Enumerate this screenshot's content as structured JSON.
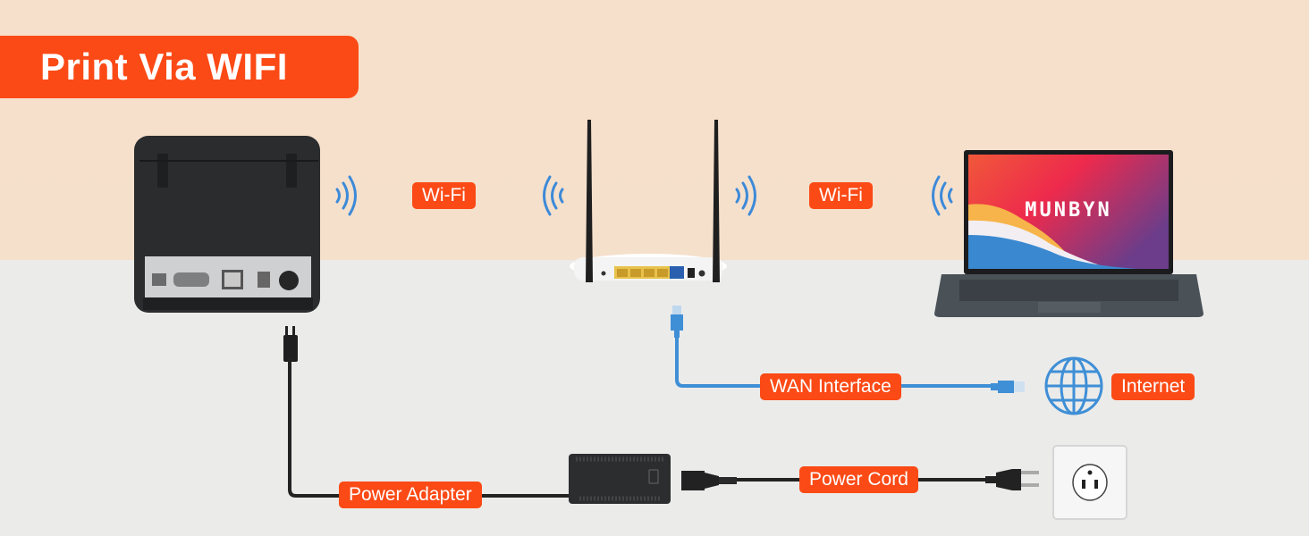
{
  "title": "Print Via WIFI",
  "labels": {
    "wifi_left": "Wi-Fi",
    "wifi_right": "Wi-Fi",
    "wan": "WAN Interface",
    "internet": "Internet",
    "power_adapter": "Power Adapter",
    "power_cord": "Power Cord"
  },
  "laptop": {
    "screen_text": "MUNBYN"
  },
  "colors": {
    "accent": "#fb4a16",
    "signal_blue": "#3d8ad8",
    "cable_blue": "#3f8fd6",
    "device_dark": "#2b2c2e",
    "bg_top": "#f6dfcb",
    "bg_bottom": "#ebebea"
  },
  "devices": [
    "receipt-printer",
    "wifi-router",
    "laptop",
    "globe",
    "power-adapter",
    "power-cord",
    "wall-outlet"
  ]
}
